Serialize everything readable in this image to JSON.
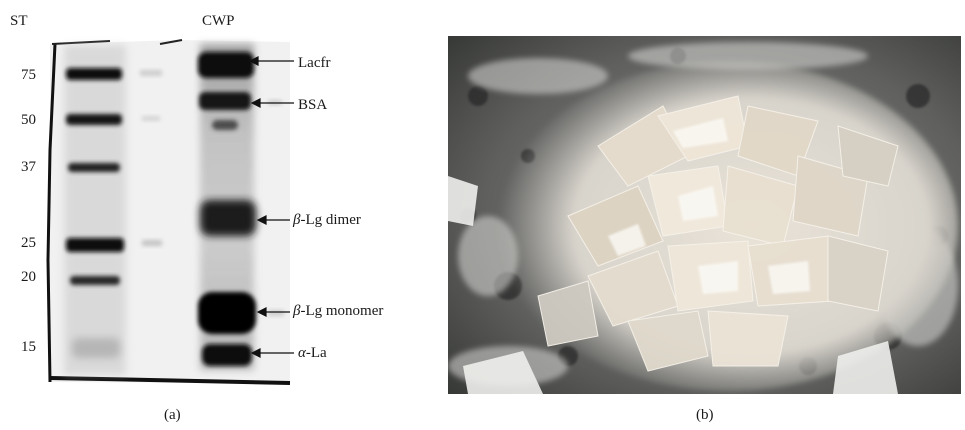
{
  "panel_a": {
    "caption": "(a)",
    "lane_labels": {
      "standard": "ST",
      "sample": "CWP"
    },
    "marker_labels": [
      "75",
      "50",
      "37",
      "25",
      "20",
      "15"
    ],
    "band_labels": [
      {
        "prefix": "",
        "name": "Lacfr"
      },
      {
        "prefix": "",
        "name": "BSA"
      },
      {
        "prefix": "β",
        "name": "-Lg dimer"
      },
      {
        "prefix": "β",
        "name": "-Lg monomer"
      },
      {
        "prefix": "α",
        "name": "-La"
      }
    ]
  },
  "panel_b": {
    "caption": "(b)"
  }
}
